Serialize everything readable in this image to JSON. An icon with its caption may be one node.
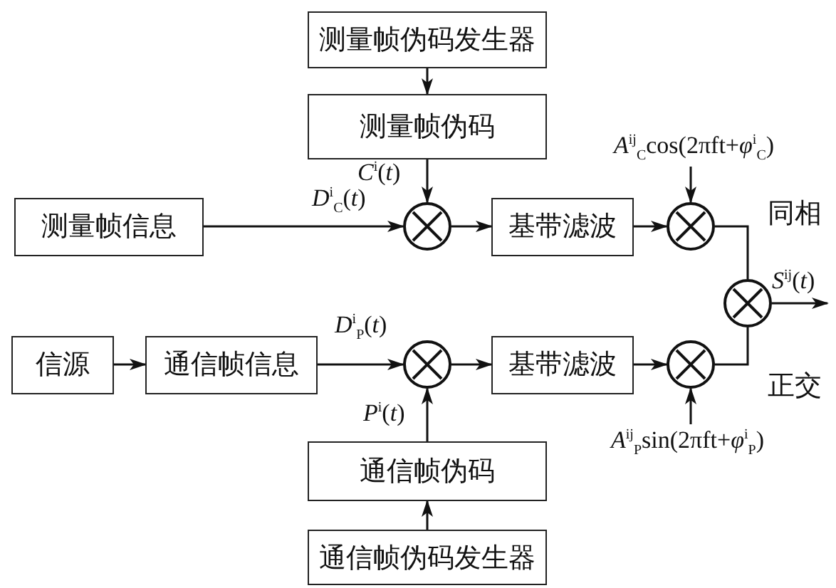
{
  "diagram": {
    "nodes": [
      {
        "text": [
          "测量帧伪码发生器"
        ]
      },
      {
        "text": [
          "测量帧伪码"
        ]
      },
      {
        "text": [
          "测量帧信息"
        ]
      },
      {
        "text": [],
        "shape": "circle"
      },
      {
        "text": [
          "基带滤波"
        ]
      },
      {
        "text": [],
        "shape": "circle"
      },
      {
        "text": [],
        "shape": "circle"
      },
      {
        "text": [
          "信源"
        ]
      },
      {
        "text": [
          "通信帧信息"
        ]
      },
      {
        "text": [],
        "shape": "circle"
      },
      {
        "text": [
          "基带滤波"
        ]
      },
      {
        "text": [],
        "shape": "circle"
      },
      {
        "text": [
          "通信帧伪码"
        ]
      },
      {
        "text": [
          "通信帧伪码发生器"
        ]
      }
    ],
    "edges": [
      {
        "from": 0,
        "to": 1,
        "arrow": "to"
      },
      {
        "from": 1,
        "to": 3,
        "arrow": "to",
        "label": "*C*$^{i}$(*t*)"
      },
      {
        "from": 2,
        "to": 3,
        "arrow": "to",
        "label": "*D*$^{i}$$_{C}$(*t*)"
      },
      {
        "from": 3,
        "to": 4,
        "arrow": "to"
      },
      {
        "from": 4,
        "to": 5,
        "arrow": "to"
      },
      {
        "from": 5,
        "to": 6,
        "arrow": "none",
        "label": "同相"
      },
      {
        "from": null,
        "to": 5,
        "arrow": "to",
        "label": "*A*$^{ij}$$_{C}$cos(2πft+*φ*$^{i}$$_{C}$)"
      },
      {
        "from": 6,
        "to": null,
        "arrow": "to",
        "label": "*S*$^{ij}$(*t*)"
      },
      {
        "from": 7,
        "to": 8,
        "arrow": "to"
      },
      {
        "from": 8,
        "to": 9,
        "arrow": "to",
        "label": "*D*$^{i}$$_{P}$(*t*)"
      },
      {
        "from": 9,
        "to": 10,
        "arrow": "to"
      },
      {
        "from": 10,
        "to": 11,
        "arrow": "to"
      },
      {
        "from": 11,
        "to": 6,
        "arrow": "none",
        "label": "正交"
      },
      {
        "from": null,
        "to": 11,
        "arrow": "to",
        "label": "*A*$^{ij}$$_{P}$sin(2πft+*φ*$^{i}$$_{P}$)"
      },
      {
        "from": 13,
        "to": 12,
        "arrow": "to"
      },
      {
        "from": 12,
        "to": 9,
        "arrow": "to",
        "label": "*P*$^{i}$(*t*)"
      }
    ]
  }
}
